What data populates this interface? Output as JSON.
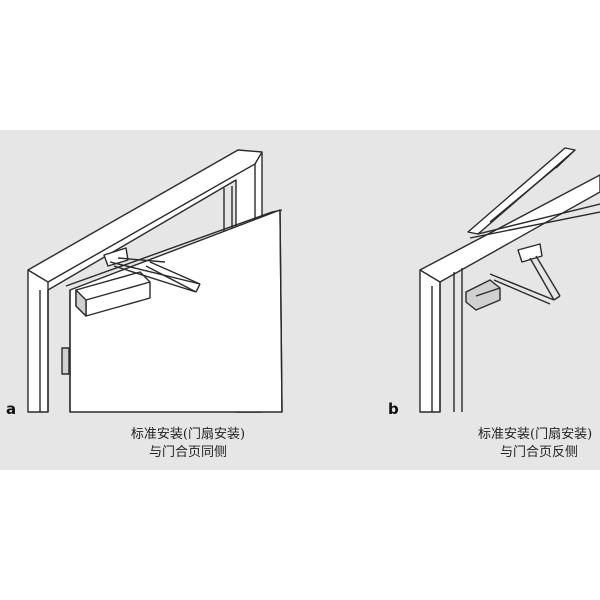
{
  "panels": [
    {
      "label": "a",
      "caption_line1": "标准安装(门扇安装)",
      "caption_line2": "与门合页同侧"
    },
    {
      "label": "b",
      "caption_line1": "标准安装(门扇安装)",
      "caption_line2": "与门合页反侧"
    }
  ],
  "colors": {
    "background_band": "#e6e6e6",
    "line": "#2a2a2a",
    "door_face": "#ffffff",
    "shade": "#d0d0d0"
  }
}
